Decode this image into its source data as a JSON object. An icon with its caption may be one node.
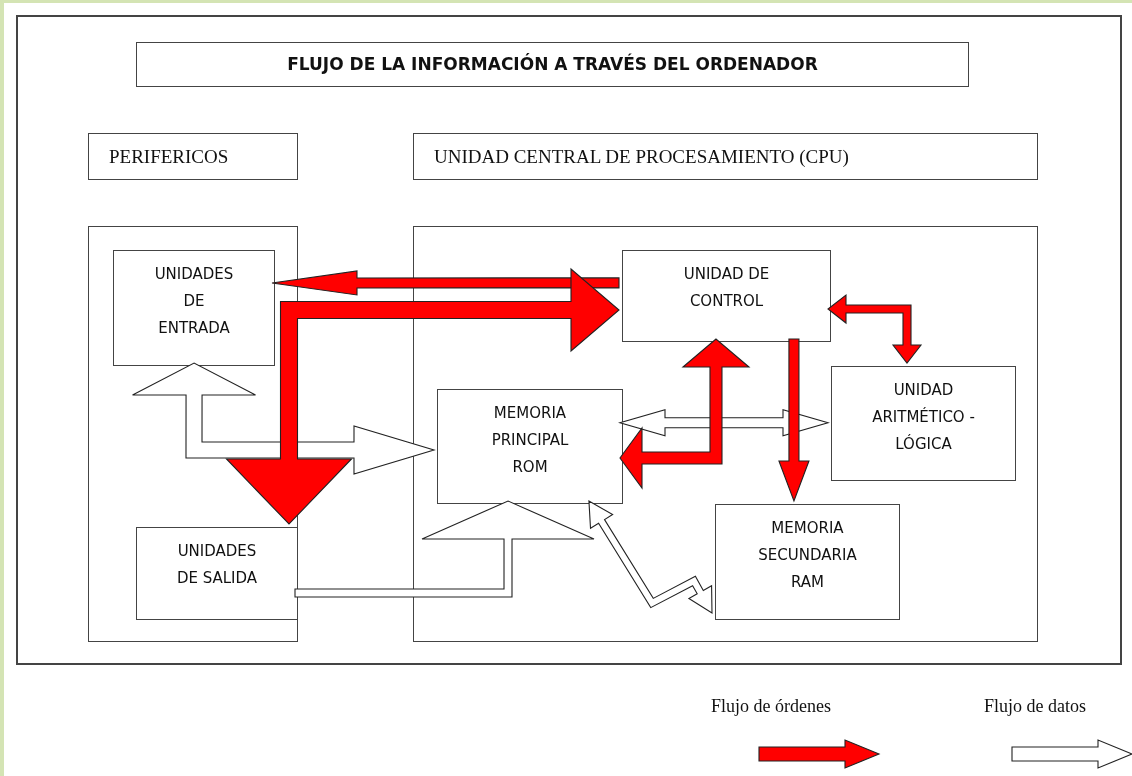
{
  "diagram": {
    "nodes": [
      {
        "text": [],
        "shape": "box"
      },
      {
        "text": [
          "FLUJO DE LA INFORMACIÓN A TRAVÉS DEL ORDENADOR"
        ],
        "in": 0
      },
      {
        "text": [
          "PERIFERICOS"
        ],
        "in": 0
      },
      {
        "text": [
          "UNIDAD CENTRAL DE PROCESAMIENTO (CPU)"
        ],
        "in": 0
      },
      {
        "text": [],
        "shape": "box",
        "in": 0
      },
      {
        "text": [],
        "shape": "box",
        "in": 0
      },
      {
        "text": [
          "UNIDADES DE ENTRADA"
        ],
        "in": 4
      },
      {
        "text": [
          "UNIDADES DE SALIDA"
        ],
        "in": 4
      },
      {
        "text": [
          "UNIDAD DE CONTROL"
        ],
        "in": 5
      },
      {
        "text": [
          "MEMORIA PRINCIPAL ROM"
        ],
        "in": 5
      },
      {
        "text": [
          "UNIDAD ARITMÉTICO - LÓGICA"
        ],
        "in": 5
      },
      {
        "text": [
          "MEMORIA SECUNDARIA RAM"
        ],
        "in": 5
      }
    ],
    "edges": [
      {
        "from": 8,
        "to": 6,
        "arrow": "to",
        "color": "#ff0000"
      },
      {
        "from": 8,
        "to": 7,
        "arrow": "both",
        "color": "#ff0000"
      },
      {
        "from": 8,
        "to": 9,
        "arrow": "both",
        "color": "#ff0000"
      },
      {
        "from": 8,
        "to": 11,
        "arrow": "to",
        "color": "#ff0000"
      },
      {
        "from": 8,
        "to": 10,
        "arrow": "both",
        "color": "#ff0000"
      },
      {
        "from": 6,
        "to": 9,
        "arrow": "both",
        "color": "#ffffff"
      },
      {
        "from": 7,
        "to": 9,
        "arrow": "to",
        "color": "#ffffff"
      },
      {
        "from": 9,
        "to": 10,
        "arrow": "both",
        "color": "#ffffff"
      },
      {
        "from": 11,
        "to": 9,
        "arrow": "both",
        "color": "#ffffff"
      }
    ],
    "legend": [
      {
        "text": "Flujo de órdenes",
        "color": "#ff0000"
      },
      {
        "text": "Flujo de datos",
        "color": "#ffffff"
      }
    ]
  }
}
